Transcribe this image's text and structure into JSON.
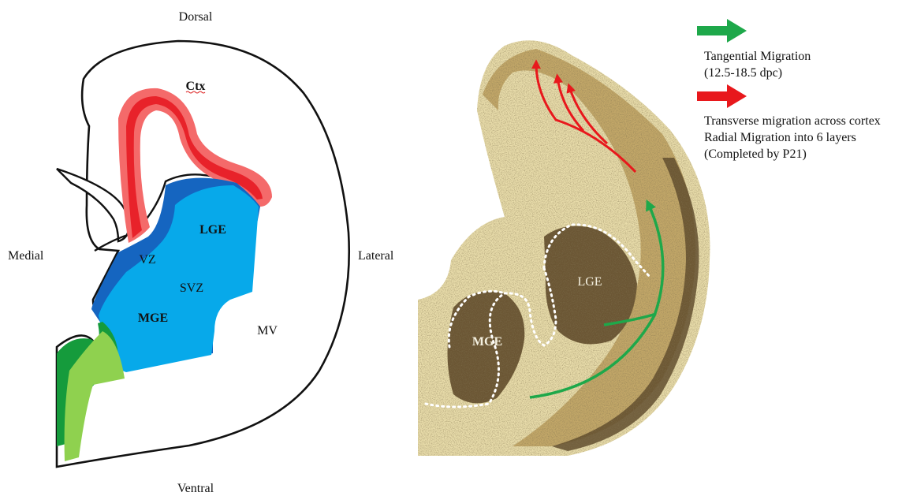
{
  "schematic": {
    "orientation": {
      "dorsal": "Dorsal",
      "ventral": "Ventral",
      "medial": "Medial",
      "lateral": "Lateral"
    },
    "regions": {
      "ctx": "Ctx",
      "lge": "LGE",
      "vz": "VZ",
      "svz": "SVZ",
      "mge": "MGE",
      "mv": "MV"
    },
    "colors": {
      "cortex_outer": "#f46a6a",
      "cortex_inner": "#e8222a",
      "vz": "#1565c0",
      "svz": "#07a9ea",
      "ventral_dark": "#159b3c",
      "ventral_light": "#8fd14f"
    }
  },
  "histology": {
    "labels": {
      "lge": "LGE",
      "mge": "MGE"
    },
    "colors": {
      "tissue_light": "#e8dcaa",
      "tissue_mid": "#c2a768",
      "tissue_dark": "#5e4a2c",
      "tangential_arrow": "#1ea84a",
      "radial_arrow": "#e8181c"
    }
  },
  "legend": {
    "tangential": {
      "color": "#1ea84a",
      "line1": "Tangential Migration",
      "line2": "(12.5-18.5 dpc)"
    },
    "radial": {
      "color": "#e8181c",
      "line1": "Transverse migration across cortex",
      "line2": "Radial Migration into 6 layers",
      "line3": "(Completed by P21)"
    }
  }
}
